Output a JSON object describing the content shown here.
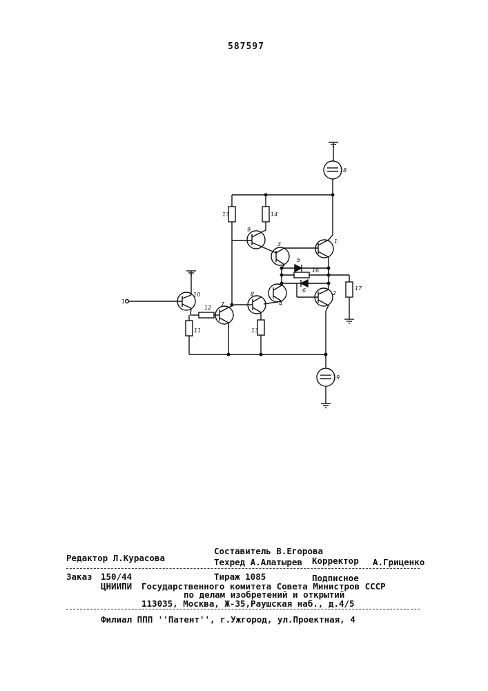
{
  "patent_number": "587597",
  "schematic": {
    "input_label": "1",
    "labels": {
      "t1": "1",
      "t2": "2",
      "t3": "3",
      "t4": "4",
      "d5": "5",
      "d6": "6",
      "t7": "7",
      "t8": "8",
      "t9": "9",
      "t10": "10",
      "r11": "11",
      "r12": "12",
      "r13_bottom": "13",
      "r13_top": "13",
      "r14": "14",
      "r16": "16",
      "r17": "17",
      "s18": "18",
      "s19": "19"
    }
  },
  "footer": {
    "compiler": "Составитель  В.Егорова",
    "editor": "Редактор Л.Курасова",
    "techred": "Техред А.Алатырев",
    "corrector_label": "Корректор",
    "corrector_name": "А.Гриценко",
    "order_label": "Заказ",
    "order_value": "150/44",
    "circulation": "Тираж 1085",
    "subscription": "Подписное",
    "org_short": "ЦНИИПИ",
    "org_line1": "Государственного комитета Совета Министров СССР",
    "org_line2": "по делам изобретений и открытий",
    "address": "113035, Москва, Ж-35,Раушская наб., д.4/5",
    "branch": "Филиал ППП ''Патент'', г.Ужгород, ул.Проектная, 4"
  }
}
